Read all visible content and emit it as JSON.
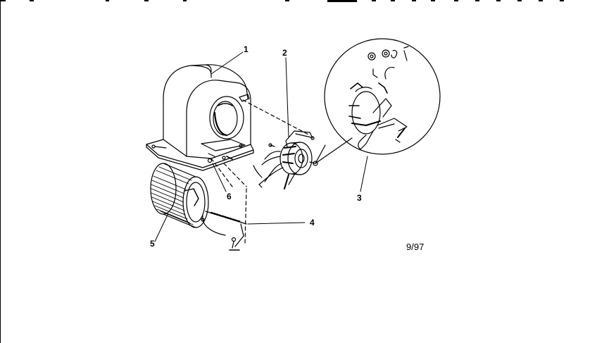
{
  "callouts": {
    "c1": "1",
    "c2": "2",
    "c3": "3",
    "c4": "4",
    "c5": "5",
    "c6": "6"
  },
  "date_code": "9/97"
}
